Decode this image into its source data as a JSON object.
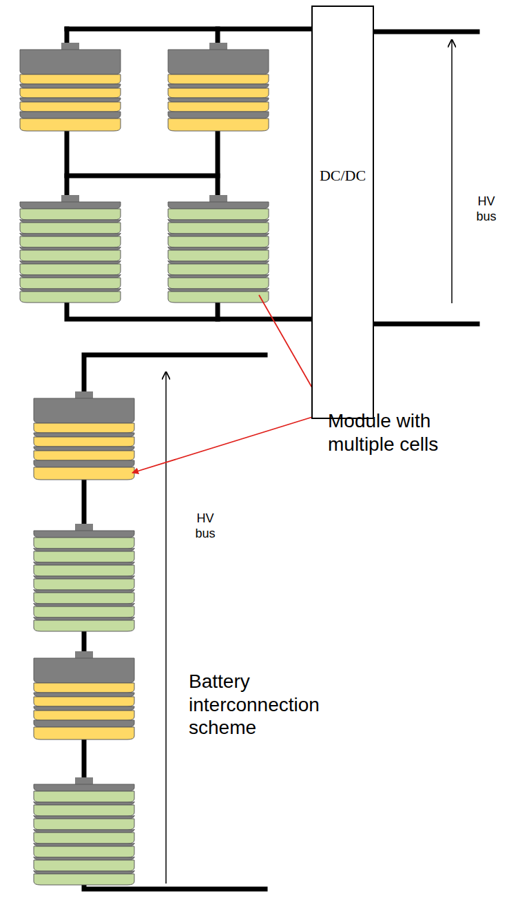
{
  "diagram": {
    "nodes": [
      {
        "text": [
          "DC/DC"
        ]
      }
    ],
    "labels": [
      "HV bus",
      "Module with multiple cells",
      "HV bus",
      "Battery interconnection scheme"
    ]
  }
}
